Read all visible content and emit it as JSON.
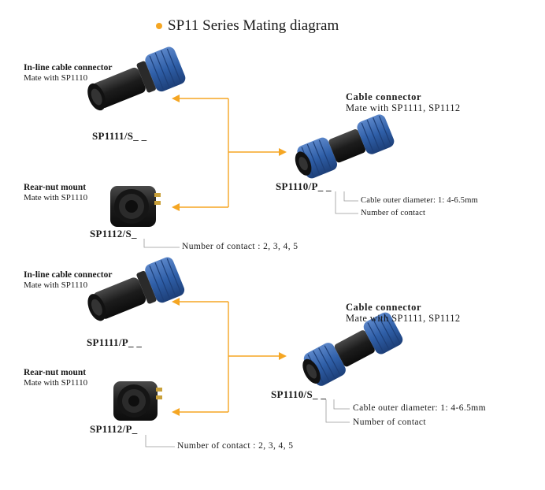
{
  "title": "SP11 Series Mating diagram",
  "colors": {
    "accent": "#f5a623",
    "connector_blue": "#2f5fa8",
    "connector_black": "#1c1c1c",
    "leader": "#999999"
  },
  "sections": [
    {
      "inline": {
        "heading": "In-line cable connector",
        "mate": "Mate with  SP1110",
        "model": "SP1111/S_ _"
      },
      "rearnut": {
        "heading": "Rear-nut mount",
        "mate": "Mate with  SP1110",
        "model": "SP1112/S_",
        "contacts_note": "Number  of  contact : 2,  3,  4,  5"
      },
      "cable": {
        "heading": "Cable  connector",
        "mate": "Mate with  SP1111,  SP1112",
        "model": "SP1110/P_ _",
        "diameter_note": "Cable outer diameter: 1: 4-6.5mm",
        "contact_note": "Number  of  contact"
      }
    },
    {
      "inline": {
        "heading": "In-line cable connector",
        "mate": "Mate with  SP1110",
        "model": "SP1111/P_ _"
      },
      "rearnut": {
        "heading": "Rear-nut mount",
        "mate": "Mate with  SP1110",
        "model": "SP1112/P_",
        "contacts_note": "Number  of  contact : 2,  3,  4,  5"
      },
      "cable": {
        "heading": "Cable  connector",
        "mate": "Mate with  SP1111,  SP1112",
        "model": "SP1110/S_ _",
        "diameter_note": "Cable outer diameter: 1: 4-6.5mm",
        "contact_note": "Number  of  contact"
      }
    }
  ]
}
